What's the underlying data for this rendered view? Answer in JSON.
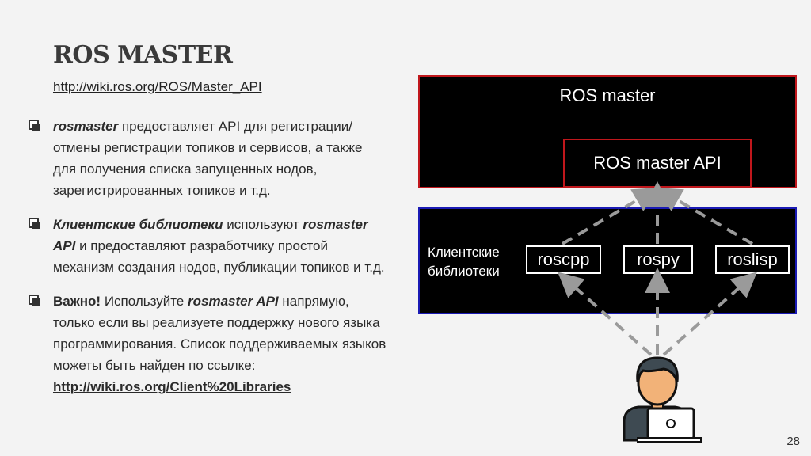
{
  "title": "ROS MASTER",
  "link": "http://wiki.ros.org/ROS/Master_API",
  "bullets": [
    {
      "strong": "rosmaster",
      "text": " предоставляет API для регистрации/отмены регистрации топиков и сервисов, а также для получения списка запущенных нодов, зарегистрированных топиков и т.д."
    },
    {
      "strong": "Клиентские библиотеки",
      "text_a": " используют ",
      "strong2": "rosmaster API",
      "text_b": " и предоставляют разработчику простой механизм создания нодов, публикации топиков и т.д."
    },
    {
      "strong": "Важно!",
      "text_a": " Используйте ",
      "strong2": "rosmaster API",
      "text_b": " напрямую, только если вы реализуете поддержку нового языка программирования. Список поддерживаемых языков можеты быть найден по ссылке: ",
      "link": "http://wiki.ros.org/Client%20Libraries"
    }
  ],
  "diagram": {
    "master": "ROS master",
    "master_api": "ROS master API",
    "clients_line1": "Клиентские",
    "clients_line2": "библиотеки",
    "libs": [
      "roscpp",
      "rospy",
      "roslisp"
    ]
  },
  "page_number": "28",
  "colors": {
    "master_border": "#c0171c",
    "clients_border": "#1a1ab4",
    "arrow": "#9a9a9a",
    "user_skin": "#f2b278",
    "user_dark": "#3e4a52"
  },
  "icons": [
    "checkbox-bullet-icon",
    "user-with-laptop-icon"
  ]
}
